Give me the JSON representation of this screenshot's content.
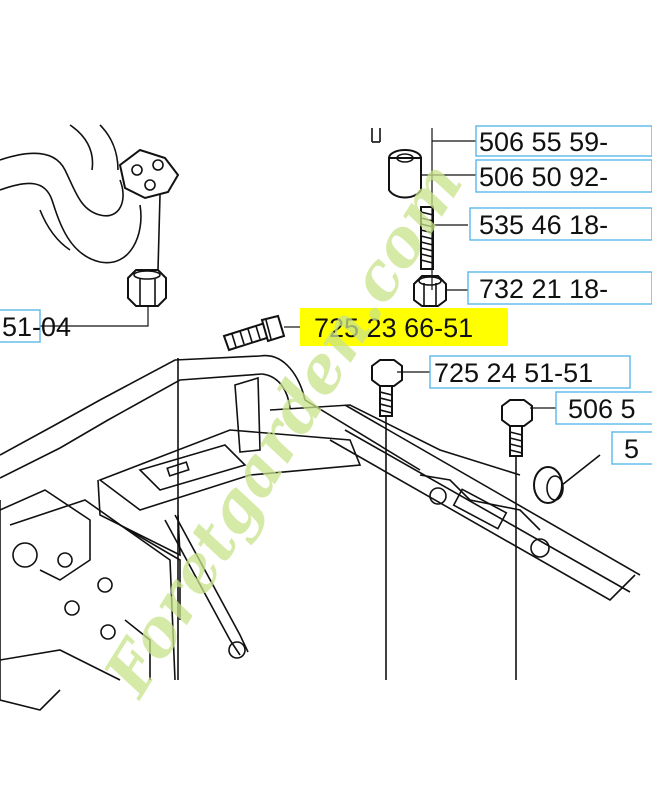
{
  "parts": [
    {
      "id": "p-506-55-59",
      "label": "506 55 59-"
    },
    {
      "id": "p-506-50-92",
      "label": "506 50 92-"
    },
    {
      "id": "p-535-46-18",
      "label": "535 46 18-"
    },
    {
      "id": "p-732-21-18",
      "label": "732 21 18-"
    },
    {
      "id": "p-51-04",
      "label": "51-04"
    },
    {
      "id": "p-725-23-66-51",
      "label": "725 23 66-51",
      "highlighted": true
    },
    {
      "id": "p-725-24-51-51",
      "label": "725 24 51-51"
    },
    {
      "id": "p-506-5",
      "label": "506 5"
    },
    {
      "id": "p-5",
      "label": "5"
    }
  ],
  "watermark": {
    "text": "Foretgarden.com",
    "colors": [
      "#c9e38a",
      "#f2c48a"
    ]
  },
  "colors": {
    "highlight": "#ffff00",
    "label_frame": "#5bb8e8",
    "line": "#111111"
  }
}
